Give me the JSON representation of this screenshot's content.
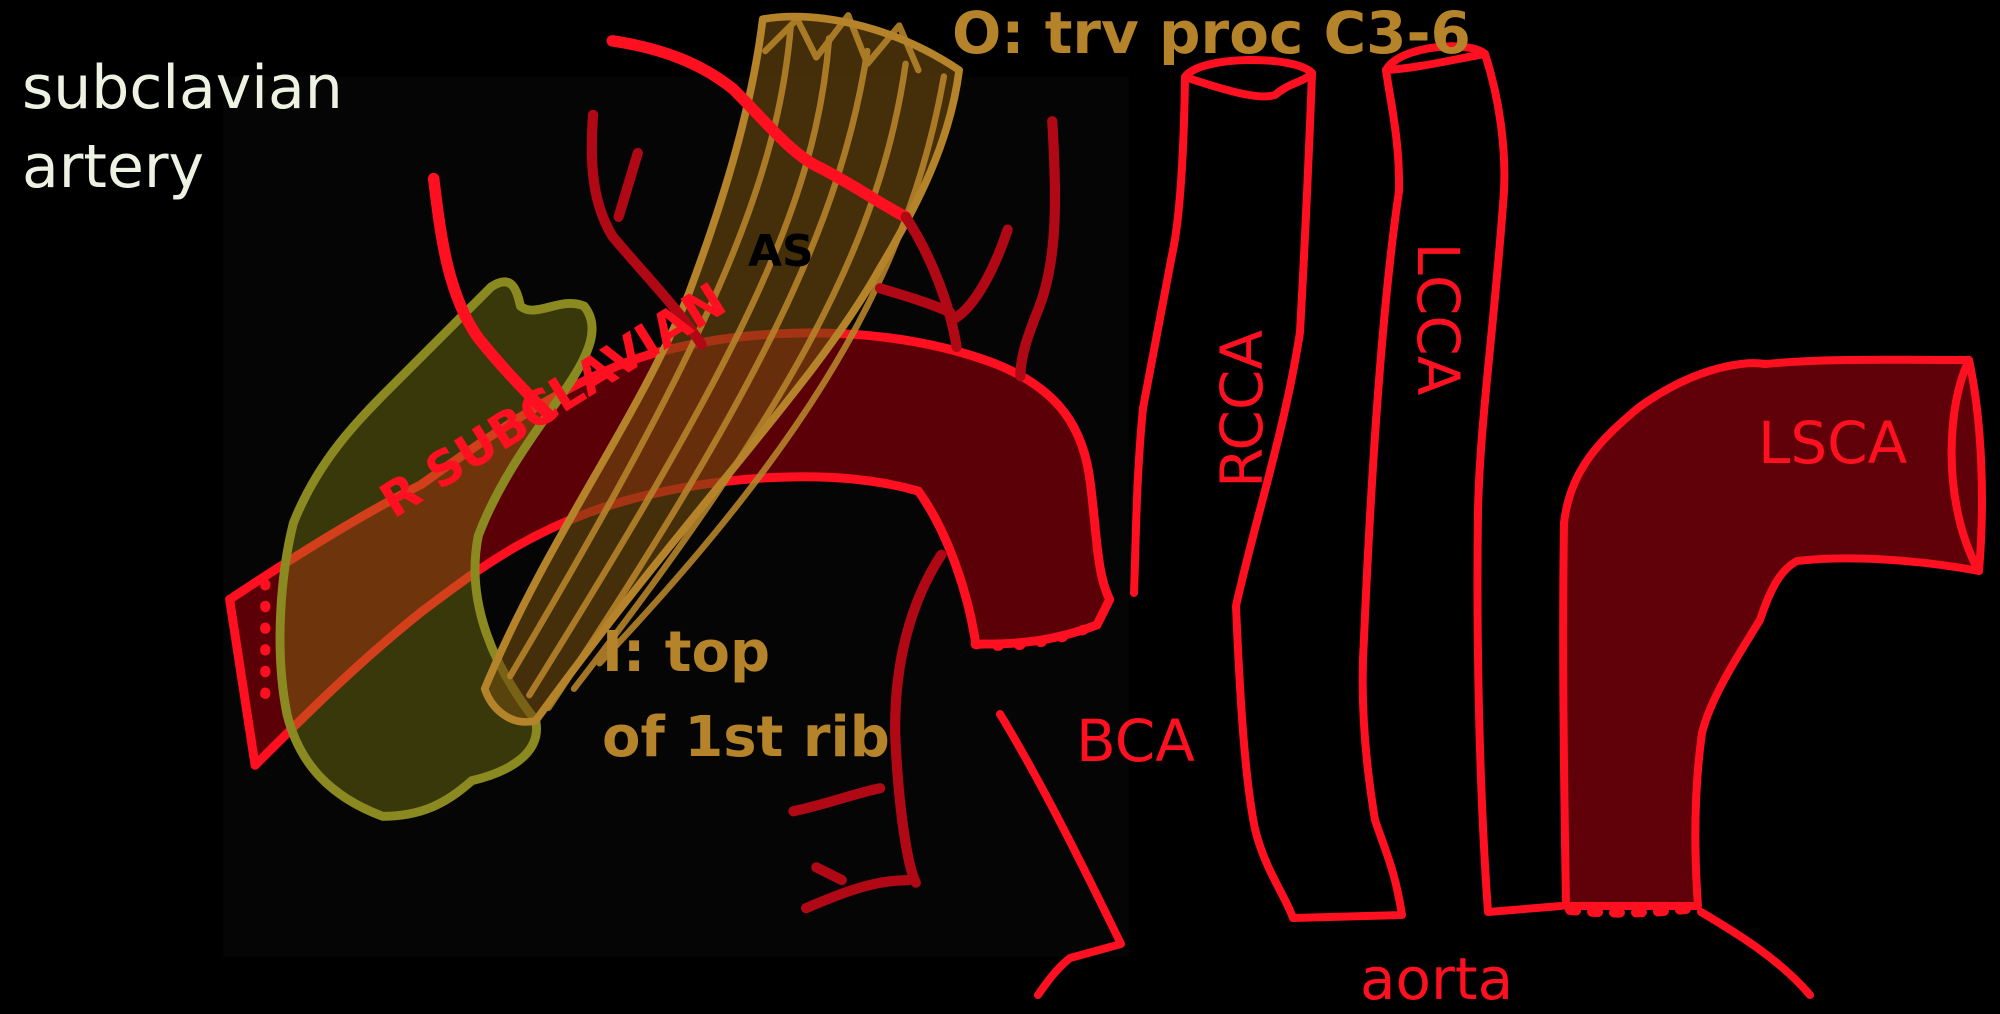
{
  "title": {
    "line1": "subclavian",
    "line2": "artery"
  },
  "labels": {
    "origin": "O:  trv proc C3-6",
    "muscle": "AS",
    "r_subclavian": "R SUBCLAVIAN",
    "insertion_line1": "I: top",
    "insertion_line2": "of 1st rib",
    "bca": "BCA",
    "rcca": "RCCA",
    "lcca": "LCCA",
    "lsca": "LSCA",
    "aorta": "aorta"
  },
  "colors": {
    "vessel_outline": "#ff1020",
    "vessel_fill": "#600008",
    "branch": "#b00814",
    "muscle": "#b5832a",
    "pleura": "#8a8a20"
  }
}
